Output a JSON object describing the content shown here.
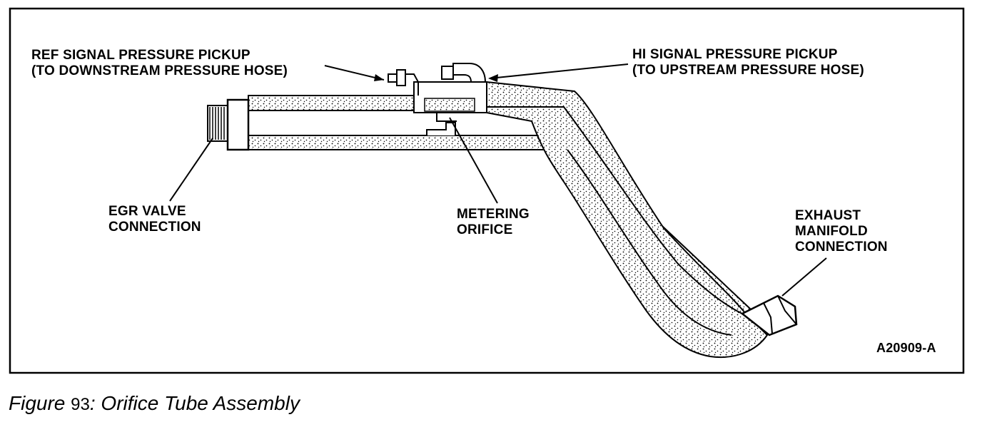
{
  "labels": {
    "ref_pickup": [
      "REF SIGNAL PRESSURE PICKUP",
      "(TO DOWNSTREAM PRESSURE HOSE)"
    ],
    "hi_pickup": [
      "HI SIGNAL PRESSURE PICKUP",
      "(TO UPSTREAM PRESSURE HOSE)"
    ],
    "egr_valve": [
      "EGR VALVE",
      "CONNECTION"
    ],
    "metering_orifice": [
      "METERING",
      "ORIFICE"
    ],
    "exhaust_manifold": [
      "EXHAUST",
      "MANIFOLD",
      "CONNECTION"
    ],
    "figure_code": "A20909-A"
  },
  "caption": {
    "prefix": "Figure",
    "number": "93",
    "title": ": Orifice Tube Assembly"
  }
}
